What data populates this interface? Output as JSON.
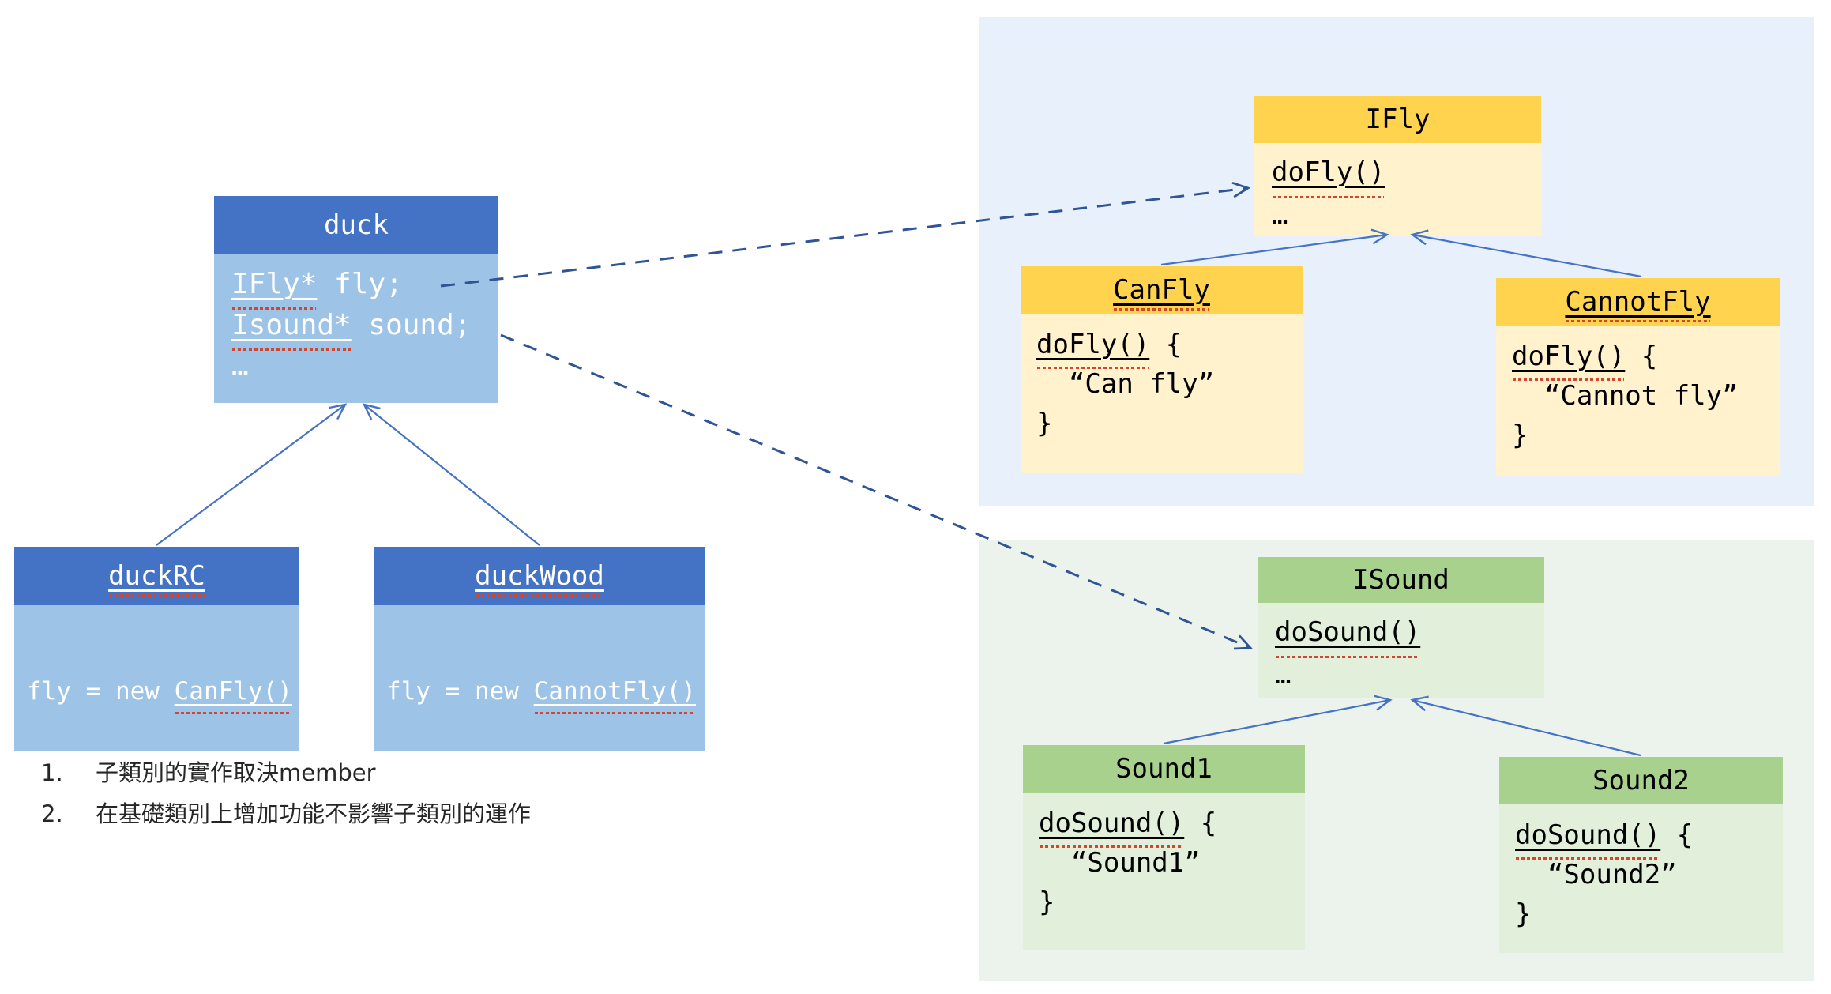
{
  "colors": {
    "accent_blue": "#4472C4",
    "light_blue_body": "#9DC3E6",
    "gold_header": "#FFD34D",
    "gold_body": "#FFF2CC",
    "green_header": "#A9D18E",
    "green_body": "#E2EFDA",
    "panel_blue": "#E8F0FB",
    "panel_green": "#ECF3EC",
    "dashed_arrow_blue": "#2F5597",
    "squiggle_red": "#D2452F"
  },
  "duck": {
    "title": "duck",
    "fly_type": "IFly*",
    "fly_rest": " fly;",
    "sound_type": "Isound*",
    "sound_rest": " sound;",
    "ellipsis": "…"
  },
  "duck_rc": {
    "title": "duckRC",
    "assign_prefix": "fly = new ",
    "assign_class": "CanFly()"
  },
  "duck_wood": {
    "title": "duckWood",
    "assign_prefix": "fly = new ",
    "assign_class": "CannotFly()"
  },
  "ifly": {
    "title": "IFly",
    "method": "doFly()",
    "ellipsis": "…"
  },
  "can_fly": {
    "title": "CanFly",
    "method": "doFly()",
    "brace_open": " {",
    "string_line": "  “Can fly”",
    "brace_close": "}"
  },
  "cannot_fly": {
    "title": "CannotFly",
    "method": "doFly()",
    "brace_open": " {",
    "string_line": "  “Cannot fly”",
    "brace_close": "}"
  },
  "isound": {
    "title": "ISound",
    "method": "doSound()",
    "ellipsis": "…"
  },
  "sound1": {
    "title": "Sound1",
    "method": "doSound()",
    "brace_open": " {",
    "string_line": "  “Sound1”",
    "brace_close": "}"
  },
  "sound2": {
    "title": "Sound2",
    "method": "doSound()",
    "brace_open": " {",
    "string_line": "  “Sound2”",
    "brace_close": "}"
  },
  "notes": {
    "item1": {
      "num": "1.",
      "text": "子類別的實作取決member"
    },
    "item2": {
      "num": "2.",
      "text": "在基礎類別上增加功能不影響子類別的運作"
    }
  }
}
